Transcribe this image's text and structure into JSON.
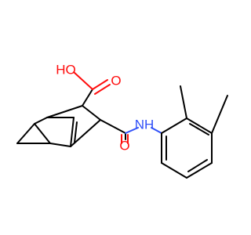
{
  "molecule": {
    "labels": {
      "hydroxyl": "HO",
      "carbonyl_o_acid": "O",
      "amide_nh": "NH",
      "carbonyl_o_amide": "O"
    },
    "colors": {
      "bond": "#000000",
      "oxygen": "#ff0d0d",
      "nitrogen": "#3050f8",
      "background": "#ffffff"
    }
  }
}
